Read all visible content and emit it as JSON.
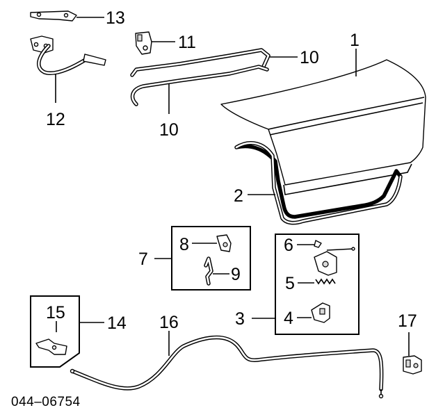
{
  "diagram_code": "044–06754",
  "callouts": {
    "c1": "1",
    "c2": "2",
    "c3": "3",
    "c4": "4",
    "c5": "5",
    "c6": "6",
    "c7": "7",
    "c8": "8",
    "c9": "9",
    "c10a": "10",
    "c10b": "10",
    "c11": "11",
    "c12": "12",
    "c13": "13",
    "c14": "14",
    "c15": "15",
    "c16": "16",
    "c17": "17"
  }
}
